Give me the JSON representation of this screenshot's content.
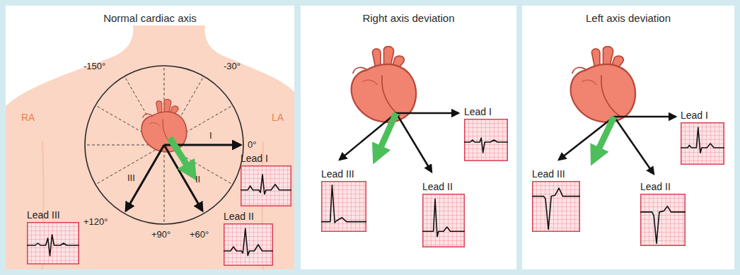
{
  "diagram": {
    "nodes": [
      {
        "text": [
          "Normal cardiac axis"
        ]
      },
      {
        "text": [
          "Lead I"
        ],
        "in": 0
      },
      {
        "text": [
          "Lead III"
        ],
        "in": 0
      },
      {
        "text": [
          "Lead II"
        ],
        "in": 0
      },
      {
        "text": [
          "Right axis deviation"
        ]
      },
      {
        "text": [
          "Lead I"
        ],
        "in": 4
      },
      {
        "text": [
          "Lead III"
        ],
        "in": 4
      },
      {
        "text": [
          "Lead II"
        ],
        "in": 4
      },
      {
        "text": [
          "Left axis deviation"
        ]
      },
      {
        "text": [
          "Lead I"
        ],
        "in": 8
      },
      {
        "text": [
          "Lead III"
        ],
        "in": 8
      },
      {
        "text": [
          "Lead II"
        ],
        "in": 8
      }
    ],
    "labels": [
      "-150°",
      "-30°",
      "RA",
      "LA",
      "0°",
      "I",
      "II",
      "III",
      "+120°",
      "+90°",
      "+60°"
    ]
  }
}
